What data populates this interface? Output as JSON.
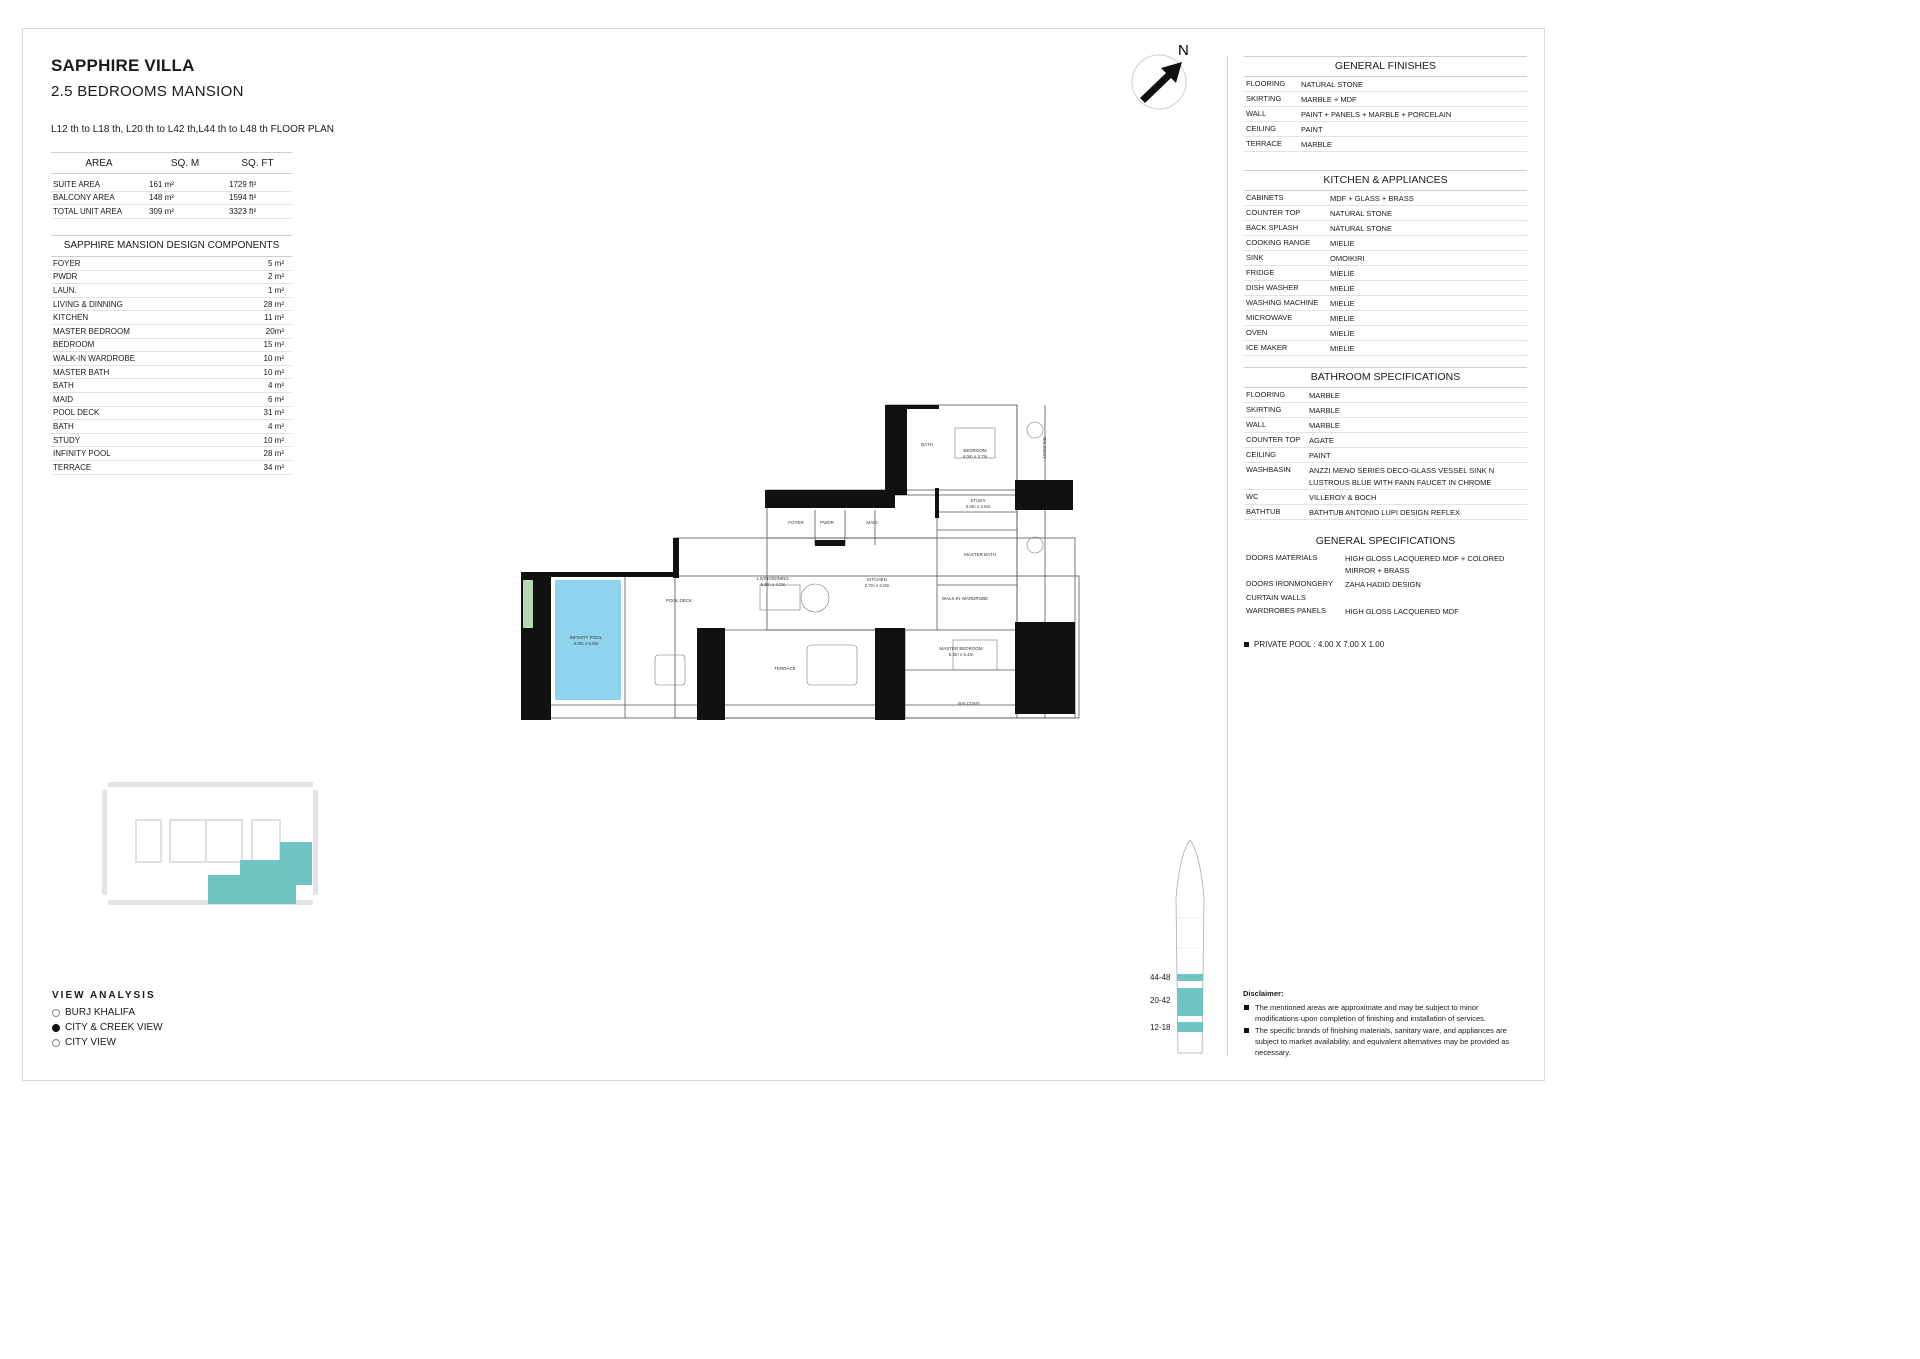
{
  "header": {
    "title": "SAPPHIRE VILLA",
    "subtitle": "2.5 BEDROOMS MANSION",
    "floors": "L12 th to L18 th, L20 th to L42 th,L44 th to L48 th FLOOR PLAN"
  },
  "area_table": {
    "headers": [
      "AREA",
      "SQ. M",
      "SQ. FT"
    ],
    "rows": [
      [
        "SUITE AREA",
        "161 m²",
        "1729 ft²"
      ],
      [
        "BALCONY AREA",
        "148 m²",
        "1594 ft²"
      ],
      [
        "TOTAL UNIT AREA",
        "309 m²",
        "3323 ft²"
      ]
    ]
  },
  "components": {
    "title": "SAPPHIRE MANSION DESIGN COMPONENTS",
    "rows": [
      [
        "FOYER",
        "5 m²"
      ],
      [
        "PWDR",
        "2 m²"
      ],
      [
        "LAUN.",
        "1 m²"
      ],
      [
        "LIVING & DINNING",
        "28 m²"
      ],
      [
        "KITCHEN",
        "11 m²"
      ],
      [
        "MASTER BEDROOM",
        "20m²"
      ],
      [
        "BEDROOM",
        "15 m²"
      ],
      [
        "WALK-IN WARDROBE",
        "10 m²"
      ],
      [
        "MASTER BATH",
        "10 m²"
      ],
      [
        "BATH",
        "4 m²"
      ],
      [
        "MAID",
        "6 m²"
      ],
      [
        "POOL DECK",
        "31 m²"
      ],
      [
        "BATH",
        "4 m²"
      ],
      [
        "STUDY",
        "10 m²"
      ],
      [
        "INFINITY POOL",
        "28 m²"
      ],
      [
        "TERRACE",
        "34 m²"
      ]
    ]
  },
  "compass": {
    "label": "N"
  },
  "general_finishes": {
    "title": "GENERAL FINISHES",
    "rows": [
      [
        "FLOORING",
        "NATURAL STONE"
      ],
      [
        "SKIRTING",
        "MARBLE + MDF"
      ],
      [
        "WALL",
        "PAINT + PANELS + MARBLE + PORCELAIN"
      ],
      [
        "CEILING",
        "PAINT"
      ],
      [
        "TERRACE",
        "MARBLE"
      ]
    ]
  },
  "kitchen": {
    "title": "KITCHEN & APPLIANCES",
    "rows": [
      [
        "CABINETS",
        "MDF + GLASS + BRASS"
      ],
      [
        "COUNTER TOP",
        "NATURAL STONE"
      ],
      [
        "BACK SPLASH",
        "NATURAL STONE"
      ],
      [
        "COOKING RANGE",
        "MIELIE"
      ],
      [
        "SINK",
        "OMOIKIRI"
      ],
      [
        "FRIDGE",
        "MIELIE"
      ],
      [
        "DISH WASHER",
        "MIELIE"
      ],
      [
        "WASHING MACHINE",
        "MIELIE"
      ],
      [
        "MICROWAVE",
        "MIELIE"
      ],
      [
        "OVEN",
        "MIELIE"
      ],
      [
        "ICE MAKER",
        "MIELIE"
      ]
    ]
  },
  "bathroom": {
    "title": "BATHROOM SPECIFICATIONS",
    "rows": [
      [
        "FLOORING",
        "MARBLE"
      ],
      [
        "SKIRTING",
        "MARBLE"
      ],
      [
        "WALL",
        "MARBLE"
      ],
      [
        "COUNTER TOP",
        "AGATE"
      ],
      [
        "CEILING",
        "PAINT"
      ],
      [
        "WASHBASIN",
        "ANZZI  MENO SERIES DECO-GLASS VESSEL SINK N LUSTROUS BLUE WITH FANN FAUCET IN CHROME"
      ],
      [
        "WC",
        "VILLEROY & BOCH"
      ],
      [
        "BATHTUB",
        "BATHTUB ANTONIO LUPI DESIGN REFLEX"
      ]
    ]
  },
  "general_specs": {
    "title": "GENERAL SPECIFICATIONS",
    "rows": [
      [
        "DOORS MATERIALS",
        "HIGH GLOSS LACQUERED MDF + COLORED MIRROR + BRASS"
      ],
      [
        "DOORS IRONMONGERY",
        "ZAHA HADID DESIGN"
      ],
      [
        "CURTAIN WALLS",
        ""
      ],
      [
        "WARDROBES PANELS",
        "HIGH GLOSS LACQUERED MDF"
      ]
    ]
  },
  "private_pool": "PRIVATE POOL :  4.00 X 7.00 X 1.00",
  "floor_plan": {
    "rooms": {
      "foyer": "FOYER",
      "pwdr": "PWDR",
      "maid": "MAID",
      "bath": "BATH",
      "bedroom": "BEDROOM",
      "bedroom_dim": "4.0m x 3.7m",
      "study": "STUDY",
      "study_dim": "4.0m x 2.6m",
      "master_bath": "MASTER BATH",
      "walkin": "WALK-IN WARDROBE",
      "living": "LIVING/DINING",
      "living_dim": "6.5m x 4.2m",
      "kitchen": "KITCHEN",
      "kitchen_dim": "2.7m x 3.0m",
      "pool_deck": "POOL DECK",
      "infinity_pool": "INFINITY POOL",
      "pool_dim": "4.0m x 6.9m",
      "terrace": "TERRACE",
      "master_bedroom": "MASTER BEDROOM",
      "master_dim": "6.3m x 5.4m",
      "balcony": "BALCONY",
      "balcony_side": "BALCONY"
    }
  },
  "view_analysis": {
    "title": "VIEW ANALYSIS",
    "items": [
      {
        "label": "BURJ KHALIFA",
        "selected": false
      },
      {
        "label": "CITY & CREEK VIEW",
        "selected": true
      },
      {
        "label": "CITY VIEW",
        "selected": false
      }
    ]
  },
  "floor_levels": [
    "44-48",
    "20-42",
    "12-18"
  ],
  "disclaimer": {
    "title": "Disclaimer:",
    "items": [
      "The mentioned areas are approximate and may be subject to minor modifications  upon completion of finishing and installation of services.",
      "The specific brands of finishing materials, sanitary ware, and appliances are subject to market availability, and equivalent alternatives may be provided as necessary."
    ]
  },
  "colors": {
    "pool": "#8fd3ee",
    "teal": "#6fc4c4",
    "wall": "#111111"
  }
}
